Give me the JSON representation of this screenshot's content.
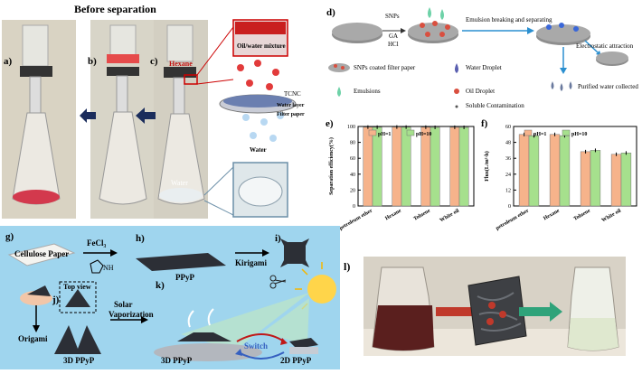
{
  "top_left": {
    "heading": "Before separation",
    "labels": {
      "a": "a)",
      "b": "b)",
      "c": "c)"
    },
    "hexane_label": "Hexane",
    "water_label": "Water",
    "zoom": {
      "oil_water_mixture": "Oil/water mixture",
      "tcnc": "TCNC",
      "water_layer": "Water layer",
      "filter_paper": "Filter paper",
      "water": "Water"
    }
  },
  "top_right": {
    "label_d": "d)",
    "snps": "SNPs",
    "ga": "GA",
    "hcl": "HCl",
    "emulsion_step": "Emulsion breaking and separating",
    "electrostatic": "Electrostatic attraction",
    "purified": "Purified water collected",
    "legend": {
      "snps_paper": "SNPs coated filter paper",
      "water_droplet": "Water Droplet",
      "emulsions": "Emulsions",
      "oil_droplet": "Oil Droplet",
      "soluble": "Soluble Contamination"
    }
  },
  "chart_data": [
    {
      "type": "bar",
      "panel_label": "e)",
      "ylabel": "Separation efficiency(%)",
      "categories": [
        "petroleum ether",
        "Hexane",
        "Toluene",
        "White oil"
      ],
      "ylim": [
        0,
        100
      ],
      "series": [
        {
          "name": "pH=1",
          "color": "#f6b38b",
          "values": [
            99.2,
            99.3,
            99.1,
            99.0
          ]
        },
        {
          "name": "pH=10",
          "color": "#a6e08d",
          "values": [
            99.1,
            99.2,
            98.9,
            98.9
          ]
        }
      ]
    },
    {
      "type": "bar",
      "panel_label": "f)",
      "ylabel": "Flux(L/m²·h)",
      "categories": [
        "petroleum ether",
        "Hexane",
        "Toluene",
        "White oil"
      ],
      "ylim": [
        0,
        60
      ],
      "series": [
        {
          "name": "pH=1",
          "color": "#f6b38b",
          "values": [
            54,
            54,
            41,
            39
          ]
        },
        {
          "name": "pH=10",
          "color": "#a6e08d",
          "values": [
            53,
            53,
            42,
            40
          ]
        }
      ]
    }
  ],
  "bottom_left": {
    "g": "g)",
    "h": "h)",
    "i": "i)",
    "j": "j)",
    "k": "k)",
    "cellulose": "Cellulose Paper",
    "fecl3": "FeCl₃",
    "nh": "NH",
    "ppyp": "PPyP",
    "kirigami": "Kirigami",
    "top_view": "Top view",
    "origami": "Origami",
    "solar": "Solar",
    "vaporization": "Vaporization",
    "ppyp3d_left": "3D  PPyP",
    "ppyp3d_mid": "3D  PPyP",
    "switch": "Switch",
    "ppyp2d": "2D  PPyP"
  },
  "bottom_right": {
    "l": "l)"
  },
  "colors": {
    "bg_blue": "#9fd5ee",
    "bar_orange": "#f6b38b",
    "bar_green": "#a6e08d"
  }
}
